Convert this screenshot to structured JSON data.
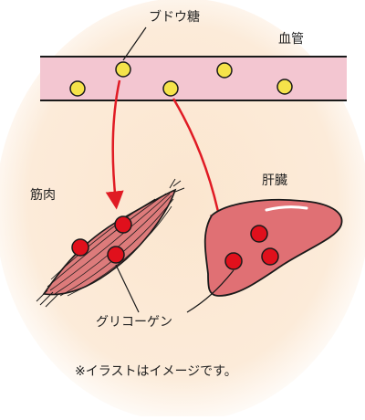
{
  "labels": {
    "glucose": "ブドウ糖",
    "blood_vessel": "血管",
    "muscle": "筋肉",
    "liver": "肝臓",
    "glycogen": "グリコーゲン",
    "note": "※イラストはイメージです。"
  },
  "colors": {
    "background_glow": "#fbe6cf",
    "vessel_fill": "#f3c6d1",
    "vessel_stroke": "#1a1a1a",
    "glucose_fill": "#f5e34a",
    "arrow": "#e01b24",
    "muscle_fill": "#dd7b7b",
    "liver_fill": "#e07074",
    "glycogen_fill": "#e0101c"
  }
}
